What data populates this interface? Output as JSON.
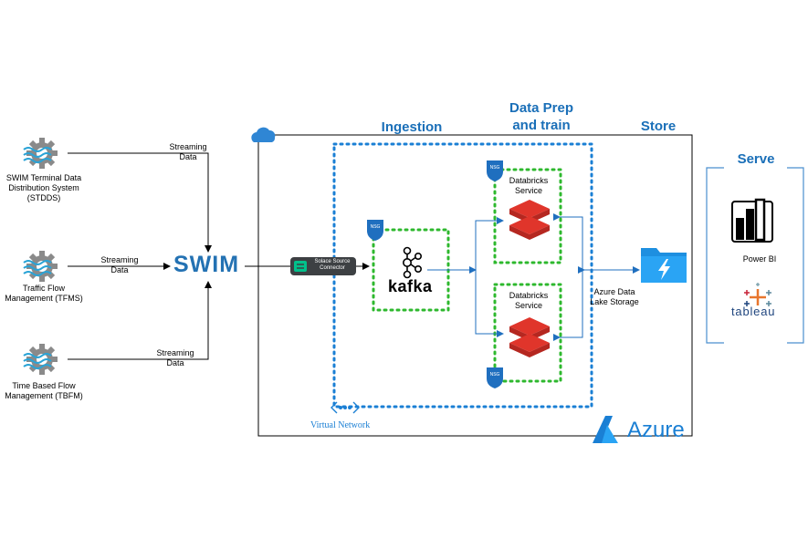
{
  "sources": [
    {
      "name": "SWIM Terminal Data Distribution System (STDDS)",
      "icon": "gear-wave-icon"
    },
    {
      "name": "Traffic Flow Management (TFMS)",
      "icon": "gear-wave-icon"
    },
    {
      "name": "Time Based Flow Management (TBFM)",
      "icon": "gear-wave-icon"
    }
  ],
  "streaming_label": "Streaming Data",
  "swim_label": "SWIM",
  "connector_label": "Solace Source Connector",
  "sections": {
    "ingestion": "Ingestion",
    "dataprep": "Data Prep and train",
    "store": "Store",
    "serve": "Serve"
  },
  "nsg_label": "NSG",
  "kafka_label": "kafka",
  "databricks_label": "Databricks Service",
  "storage_label": "Azure Data Lake Storage",
  "vnet_label": "Virtual Network",
  "azure_label": "Azure",
  "serve_items": [
    {
      "name": "Power BI",
      "icon": "powerbi-icon"
    },
    {
      "name": "tableau",
      "icon": "tableau-icon"
    }
  ],
  "colors": {
    "azure_blue": "#1f6fbf",
    "vnet_blue": "#1a7fd4",
    "subnet_green": "#2eb82e",
    "databricks_red": "#e0352b"
  }
}
